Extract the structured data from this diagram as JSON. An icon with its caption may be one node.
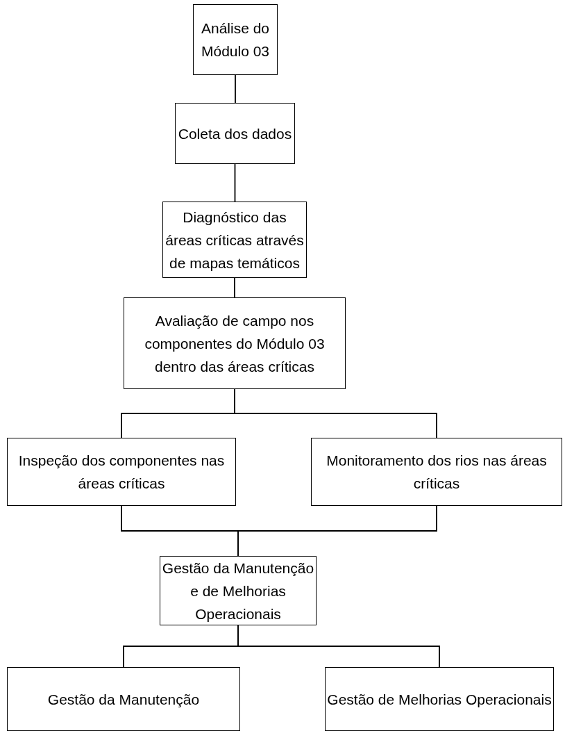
{
  "diagram": {
    "nodes": [
      {
        "text": [
          "Análise do Módulo 03"
        ]
      },
      {
        "text": [
          "Coleta dos dados"
        ]
      },
      {
        "text": [
          "Diagnóstico das áreas críticas através de mapas temáticos"
        ]
      },
      {
        "text": [
          "Avaliação de campo nos componentes do Módulo 03 dentro das áreas críticas"
        ]
      },
      {
        "text": [
          "Inspeção dos componentes nas áreas críticas"
        ]
      },
      {
        "text": [
          "Monitoramento dos rios nas áreas críticas"
        ]
      },
      {
        "text": [
          "Gestão da Manutenção e de Melhorias Operacionais"
        ]
      },
      {
        "text": [
          "Gestão da Manutenção"
        ]
      },
      {
        "text": [
          "Gestão de Melhorias Operacionais"
        ]
      }
    ],
    "edges": [
      {
        "from": 0,
        "to": 1,
        "arrow": "none"
      },
      {
        "from": 1,
        "to": 2,
        "arrow": "none"
      },
      {
        "from": 2,
        "to": 3,
        "arrow": "none"
      },
      {
        "from": 3,
        "to": 4,
        "arrow": "none"
      },
      {
        "from": 3,
        "to": 5,
        "arrow": "none"
      },
      {
        "from": 4,
        "to": 6,
        "arrow": "none"
      },
      {
        "from": 5,
        "to": 6,
        "arrow": "none"
      },
      {
        "from": 6,
        "to": 7,
        "arrow": "none"
      },
      {
        "from": 6,
        "to": 8,
        "arrow": "none"
      }
    ]
  }
}
